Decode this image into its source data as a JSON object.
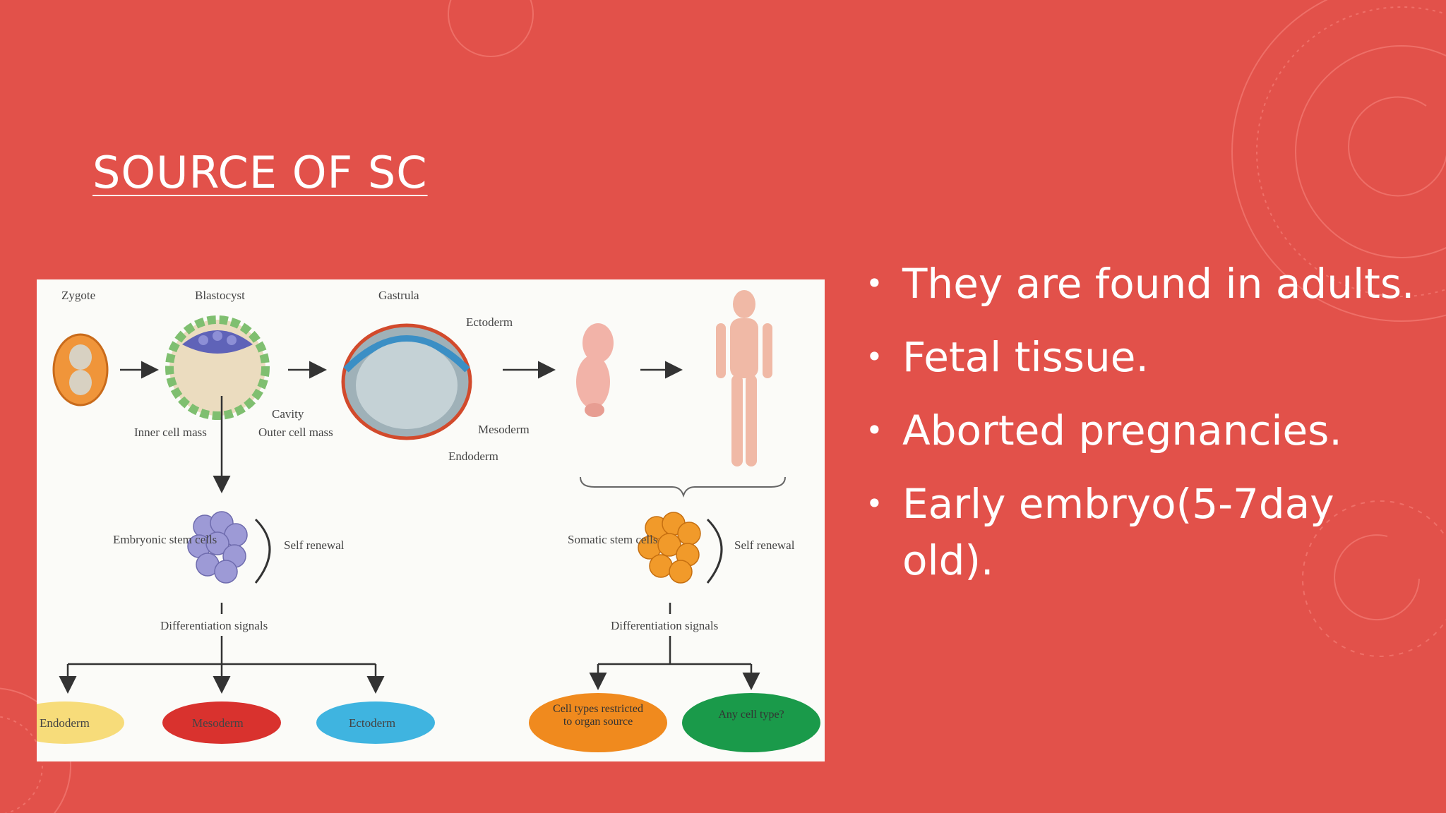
{
  "slide": {
    "title": "SOURCE OF SC",
    "bullets": [
      "They are found in adults.",
      "Fetal tissue.",
      "Aborted pregnancies.",
      "Early embryo(5-7day old)."
    ],
    "bullet_glyph": "•"
  },
  "figure": {
    "stages": [
      "Zygote",
      "Blastocyst",
      "Gastrula"
    ],
    "blastocyst_labels": {
      "cavity": "Cavity",
      "inner_cell_mass": "Inner cell mass",
      "outer_cell_mass": "Outer cell mass"
    },
    "gastrula_labels": {
      "ectoderm": "Ectoderm",
      "mesoderm": "Mesoderm",
      "endoderm": "Endoderm"
    },
    "embryonic_stem_cells": "Embryonic stem cells",
    "somatic_stem_cells": "Somatic stem cells",
    "self_renewal": "Self renewal",
    "differentiation_signals": "Differentiation signals",
    "germ_layers": [
      "Endoderm",
      "Mesoderm",
      "Ectoderm"
    ],
    "somatic_outputs": [
      "Cell types restricted to organ source",
      "Any cell type?"
    ]
  },
  "colors": {
    "background": "#e2514a",
    "text": "#ffffff",
    "endoderm": "#f7dc7a",
    "mesoderm": "#d9322e",
    "ectoderm": "#3fb4e0",
    "restricted": "#f08a1e",
    "any_cell": "#1a9a4a",
    "embryonic_cells": "#9d9ad6",
    "somatic_cells": "#f19a2a"
  }
}
